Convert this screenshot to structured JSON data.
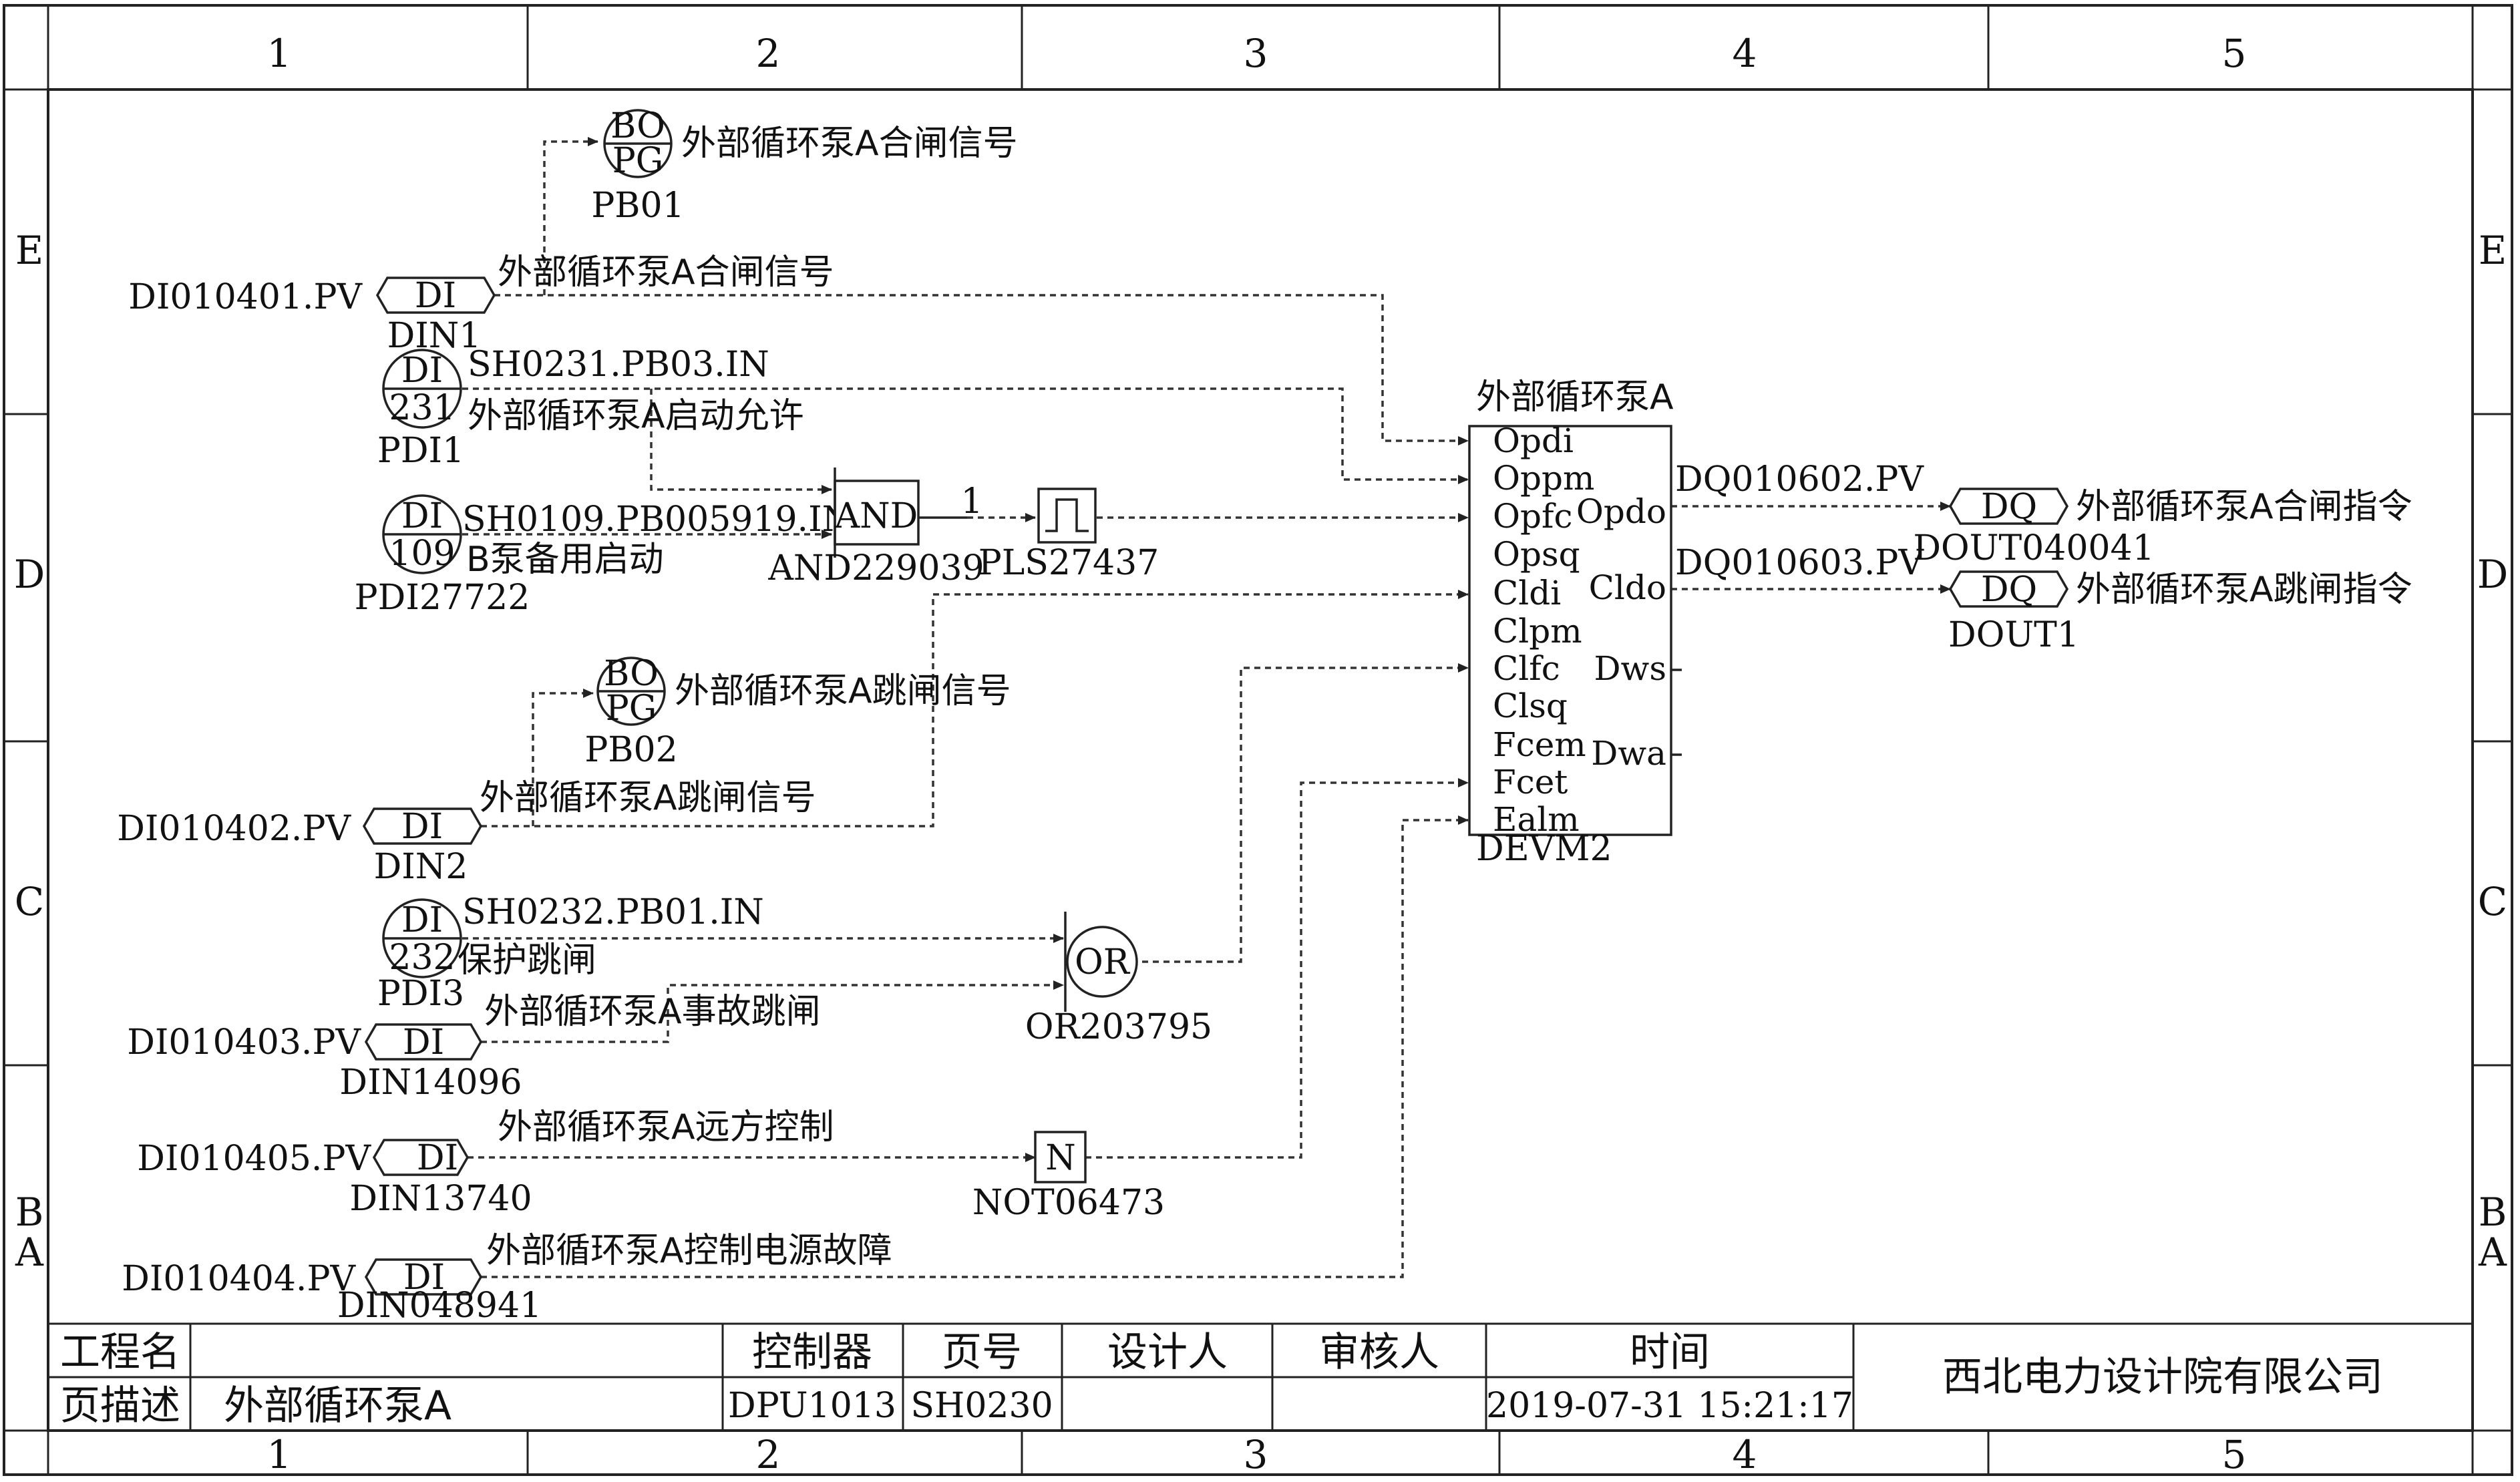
{
  "grid": {
    "columns_top": [
      "1",
      "2",
      "3",
      "4",
      "5"
    ],
    "columns_bottom": [
      "1",
      "2",
      "3",
      "4",
      "5"
    ],
    "rows_left": [
      "E",
      "D",
      "C",
      "B",
      "A"
    ],
    "rows_right": [
      "E",
      "D",
      "C",
      "B",
      "A"
    ]
  },
  "inputs": {
    "din1": {
      "tag": "DI010401.PV",
      "type": "DI",
      "name": "DIN1",
      "desc": "外部循环泵A合闸信号"
    },
    "pdi1": {
      "top": "DI",
      "bottom": "231",
      "ref": "SH0231.PB03.IN",
      "desc": "外部循环泵A启动允许",
      "name": "PDI1"
    },
    "pdi27722": {
      "top": "DI",
      "bottom": "109",
      "ref": "SH0109.PB005919.IN",
      "desc": "B泵备用启动",
      "name": "PDI27722"
    },
    "din2": {
      "tag": "DI010402.PV",
      "type": "DI",
      "name": "DIN2",
      "desc": "外部循环泵A跳闸信号"
    },
    "pdi3": {
      "top": "DI",
      "bottom": "232",
      "ref": "SH0232.PB01.IN",
      "desc": "保护跳闸",
      "name": "PDI3"
    },
    "din14096": {
      "tag": "DI010403.PV",
      "type": "DI",
      "name": "DIN14096",
      "desc": "外部循环泵A事故跳闸"
    },
    "din13740": {
      "tag": "DI010405.PV",
      "type": "DI",
      "name": "DIN13740",
      "desc": "外部循环泵A远方控制"
    },
    "din048941": {
      "tag": "DI010404.PV",
      "type": "DI",
      "name": "DIN048941",
      "desc": "外部循环泵A控制电源故障"
    }
  },
  "pushbuttons": {
    "pb01": {
      "top": "BO",
      "bottom": "PG",
      "name": "PB01",
      "desc": "外部循环泵A合闸信号"
    },
    "pb02": {
      "top": "BO",
      "bottom": "PG",
      "name": "PB02",
      "desc": "外部循环泵A跳闸信号"
    }
  },
  "logic": {
    "and": {
      "label": "AND",
      "name": "AND229039",
      "out_label": "1"
    },
    "pls": {
      "name": "PLS27437"
    },
    "or": {
      "label": "OR",
      "name": "OR203795"
    },
    "not": {
      "label": "N",
      "name": "NOT06473"
    }
  },
  "devm": {
    "title": "外部循环泵A",
    "name": "DEVM2",
    "inputs": [
      "Opdi",
      "Oppm",
      "Opfc",
      "Opsq",
      "Cldi",
      "Clpm",
      "Clfc",
      "Clsq",
      "Fcem",
      "Fcet",
      "Ealm"
    ],
    "outputs": [
      "Opdo",
      "Cldo",
      "Dws",
      "Dwa"
    ]
  },
  "outputs": {
    "dout040041": {
      "tag": "DQ010602.PV",
      "type": "DQ",
      "name": "DOUT040041",
      "desc": "外部循环泵A合闸指令"
    },
    "dout1": {
      "tag": "DQ010603.PV",
      "type": "DQ",
      "name": "DOUT1",
      "desc": "外部循环泵A跳闸指令"
    }
  },
  "title_block": {
    "project_label": "工程名",
    "project_value": "",
    "controller_label": "控制器",
    "controller_value": "DPU1013",
    "page_label": "页号",
    "page_value": "SH0230",
    "designer_label": "设计人",
    "designer_value": "",
    "reviewer_label": "审核人",
    "reviewer_value": "",
    "time_label": "时间",
    "time_value": "2019-07-31 15:21:17",
    "desc_label": "页描述",
    "desc_value": "外部循环泵A",
    "company": "西北电力设计院有限公司"
  }
}
